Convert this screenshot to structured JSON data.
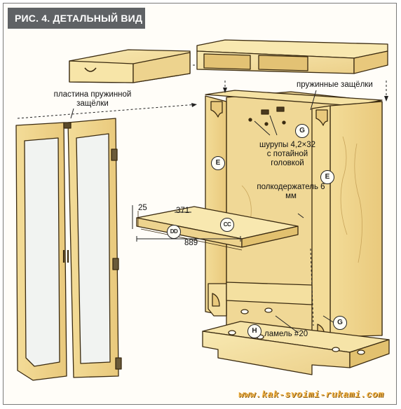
{
  "figure": {
    "title": "РИС. 4. ДЕТАЛЬНЫЙ ВИД",
    "watermark": "www.kak-svoimi-rukami.com"
  },
  "labels": {
    "spring_latch_plate": "пластина пружинной защёлки",
    "spring_latches": "пружинные защёлки",
    "screws": "шурупы 4,2×32 с потайной головкой",
    "shelf_support": "полкодержатель 6 мм",
    "lamella": "ламель #20"
  },
  "dimensions": {
    "thickness": "25",
    "depth": "371",
    "length": "889"
  },
  "parts": {
    "e": "E",
    "g": "G",
    "h": "H",
    "dd": "DD",
    "cc": "CC"
  },
  "colors": {
    "wood": "#f6e3a3",
    "wood_dark": "#e2c16f",
    "outline": "#3a2a10",
    "glass": "#f1f3f1",
    "badge": "#5f6265",
    "watermark": "#f3b64a"
  }
}
